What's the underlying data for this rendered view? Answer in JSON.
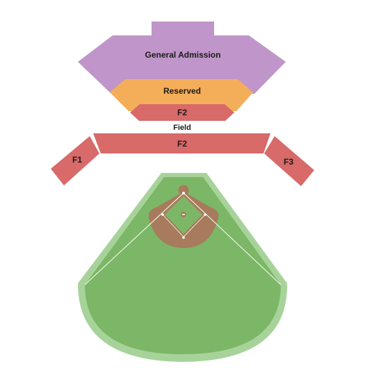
{
  "colors": {
    "general_admission": "#c095c9",
    "reserved": "#f4ae5a",
    "field_section": "#d86a6a",
    "grass_border": "#a7d39a",
    "grass": "#7bb766",
    "infield_dirt": "#a77b5c",
    "infield_grass": "#7bb766",
    "lines": "#ffffff"
  },
  "sections": {
    "general_admission": {
      "label": "General Admission"
    },
    "reserved": {
      "label": "Reserved"
    },
    "f2_upper": {
      "label": "F2"
    },
    "field": {
      "label": "Field"
    },
    "f2_lower": {
      "label": "F2"
    },
    "f1": {
      "label": "F1"
    },
    "f3": {
      "label": "F3"
    }
  }
}
